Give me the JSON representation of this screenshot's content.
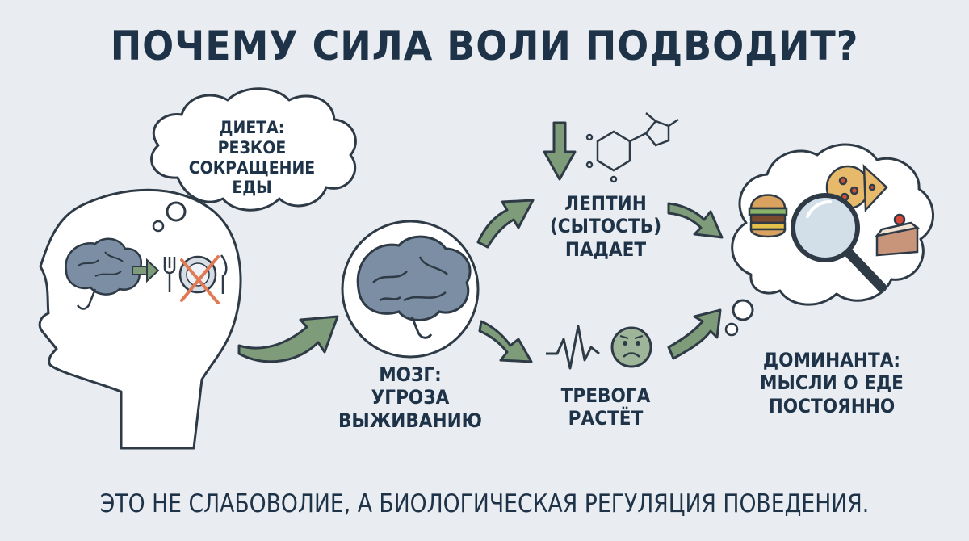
{
  "title": "ПОЧЕМУ СИЛА ВОЛИ ПОДВОДИТ?",
  "diet_bubble": {
    "lines": [
      "ДИЕТА:",
      "РЕЗКОЕ",
      "СОКРАЩЕНИЕ ЕДЫ"
    ]
  },
  "brain_step": {
    "lines": [
      "МОЗГ:",
      "УГРОЗА",
      "ВЫЖИВАНИЮ"
    ]
  },
  "leptin_step": {
    "lines": [
      "ЛЕПТИН",
      "(СЫТОСТЬ)",
      "ПАДАЕТ"
    ]
  },
  "anxiety_step": {
    "lines": [
      "ТРЕВОГА",
      "РАСТЁТ"
    ]
  },
  "dominant_step": {
    "lines": [
      "ДОМИНАНТА:",
      "МЫСЛИ О ЕДЕ",
      "ПОСТОЯННО"
    ]
  },
  "footer": "ЭТО НЕ СЛАБОВОЛИЕ, А БИОЛОГИЧЕСКАЯ РЕГУЛЯЦИЯ ПОВЕДЕНИЯ.",
  "colors": {
    "background": "#e9edf2",
    "text": "#1f3348",
    "arrow": "#7f9c7a",
    "brain": "#7b8ea3",
    "outline": "#2e3a46",
    "face": "#9fb59a",
    "cross": "#e07a55"
  }
}
